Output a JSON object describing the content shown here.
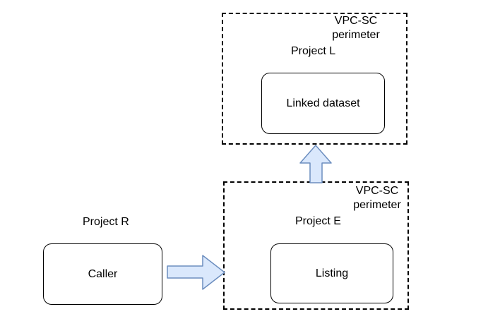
{
  "colors": {
    "background": "#ffffff",
    "shape_border": "#000000",
    "text": "#000000",
    "arrow_fill": "#dae8fc",
    "arrow_stroke": "#6c8ebf"
  },
  "perimeters": [
    {
      "name": "top",
      "label_line1": "VPC-SC",
      "label_line2": "perimeter",
      "project": "Project L",
      "node": "Linked dataset"
    },
    {
      "name": "bottom",
      "label_line1": "VPC-SC",
      "label_line2": "perimeter",
      "project": "Project E",
      "node": "Listing"
    }
  ],
  "external": {
    "project": "Project R",
    "node": "Caller"
  },
  "arrows": [
    {
      "name": "caller-to-listing",
      "shape": "block-arrow-right"
    },
    {
      "name": "listing-to-linked-dataset",
      "shape": "block-arrow-up"
    }
  ]
}
